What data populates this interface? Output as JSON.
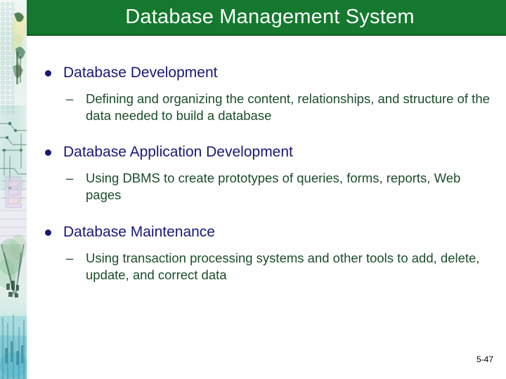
{
  "slide": {
    "title": "Database Management System",
    "page_number": "5-47",
    "colors": {
      "title_bar": "#14792F",
      "title_text": "#FFFFFF",
      "level1_text": "#181878",
      "level2_text": "#1B4D2B",
      "background": "#FFFFFF"
    },
    "bullets": [
      {
        "marker": "filled-circle",
        "text": "Database Development",
        "sub": [
          {
            "marker": "en-dash",
            "text": "Defining and organizing the content, relationships, and structure of the data needed to build a database"
          }
        ]
      },
      {
        "marker": "filled-circle",
        "text": "Database Application Development",
        "sub": [
          {
            "marker": "en-dash",
            "text": "Using DBMS to create prototypes of queries, forms, reports, Web pages"
          }
        ]
      },
      {
        "marker": "filled-circle",
        "text": "Database Maintenance",
        "sub": [
          {
            "marker": "en-dash",
            "text": "Using transaction processing systems and other tools to add, delete, update, and correct data"
          }
        ]
      }
    ],
    "decoration": {
      "left_strip": "circuit-board-image-strip",
      "dash_glyph": "–"
    }
  }
}
